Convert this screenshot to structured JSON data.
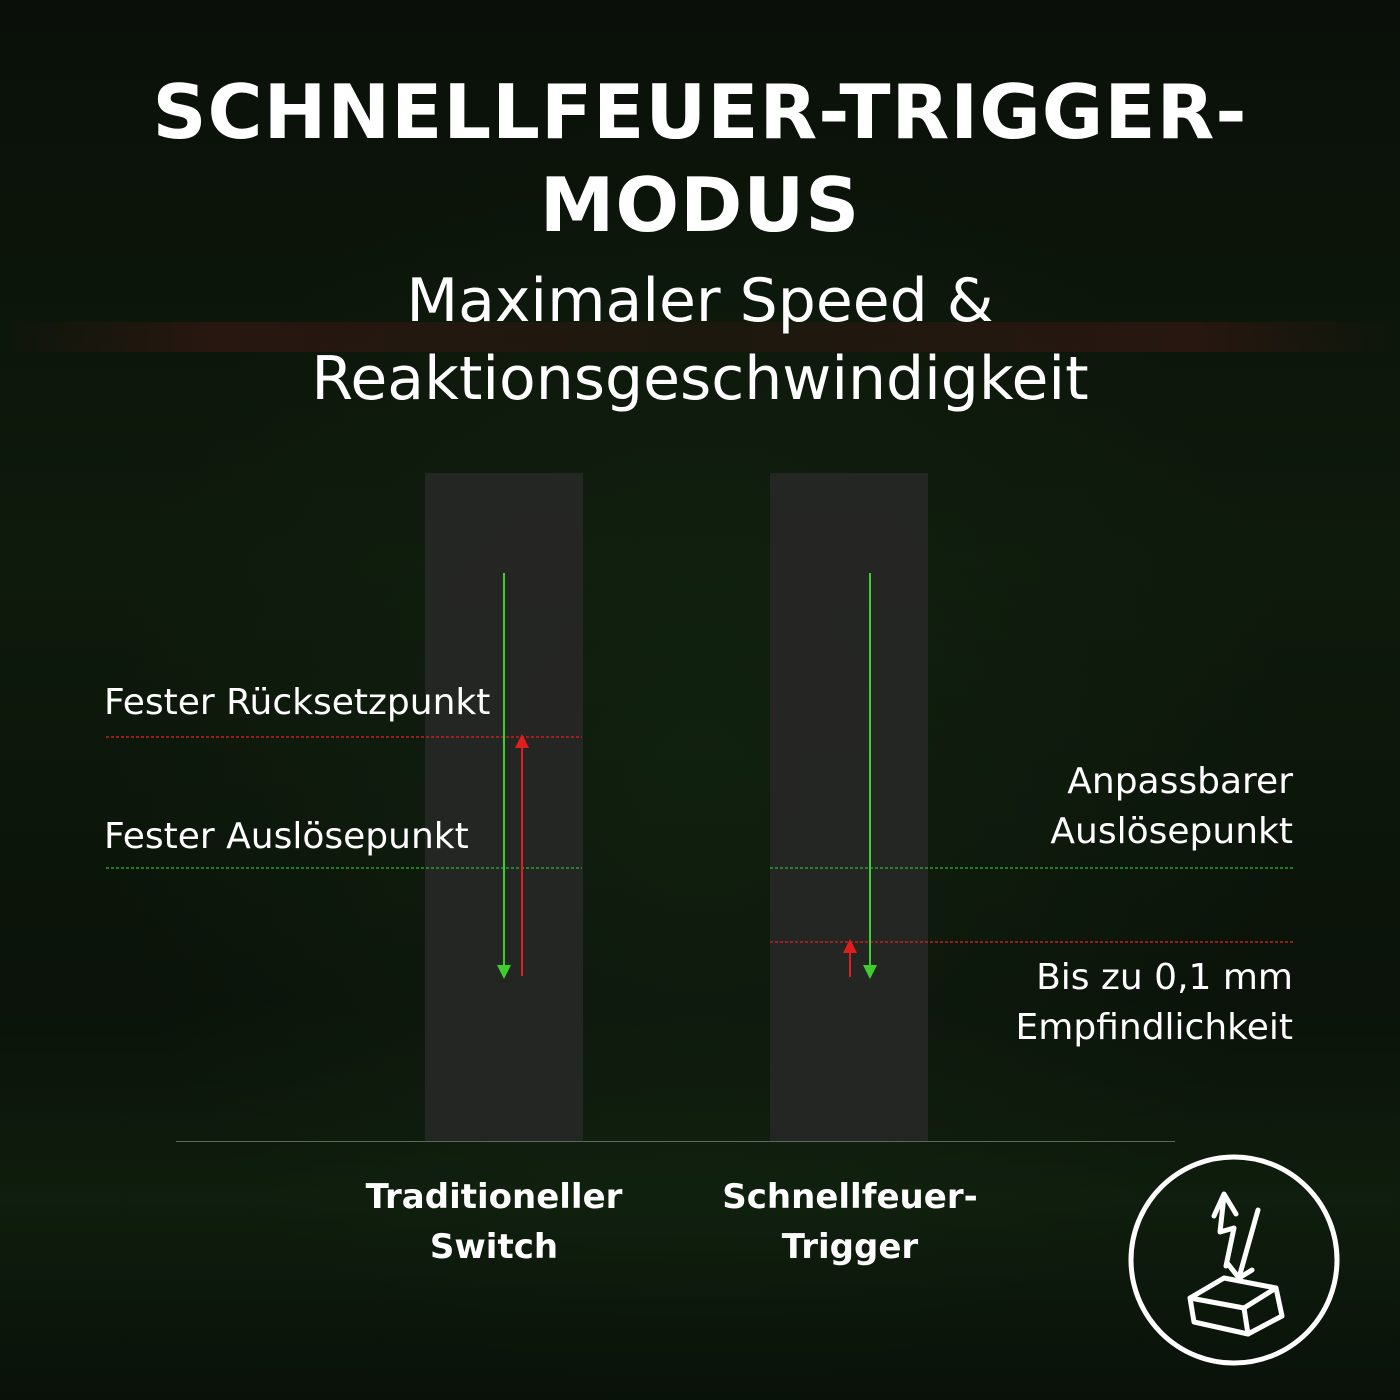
{
  "title_lines": [
    "SCHNELLFEUER-TRIGGER-",
    "MODUS"
  ],
  "subtitle_lines": [
    "Maximaler Speed &",
    "Reaktionsgeschwindigkeit"
  ],
  "labels": {
    "reset_point": "Fester Rücksetzpunkt",
    "actuation_point": "Fester Auslösepunkt",
    "adjustable_line1": "Anpassbarer",
    "adjustable_line2": "Auslösepunkt",
    "sensitivity_line1": "Bis zu 0,1 mm",
    "sensitivity_line2": "Empfindlichkeit"
  },
  "columns": {
    "traditional_line1": "Traditioneller",
    "traditional_line2": "Switch",
    "rapid_line1": "Schnellfeuer-",
    "rapid_line2": "Trigger"
  },
  "colors": {
    "press_arrow": "#3ecf2e",
    "release_arrow": "#e01e1e",
    "reset_line": "#c02020",
    "actuation_line": "#2e9a2e"
  },
  "icon": "rapid-trigger-keycap-icon"
}
